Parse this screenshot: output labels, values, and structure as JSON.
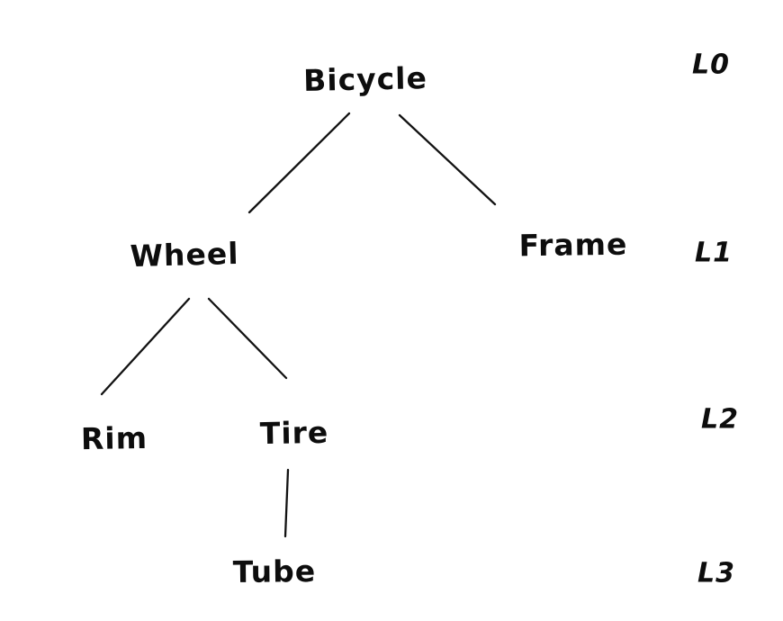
{
  "diagram": {
    "type": "tree",
    "style": "hand-drawn",
    "background_color": "#ffffff",
    "ink_color": "#121212",
    "nodes": {
      "bicycle": {
        "label": "Bicycle",
        "level": 0
      },
      "wheel": {
        "label": "Wheel",
        "level": 1
      },
      "frame": {
        "label": "Frame",
        "level": 1
      },
      "rim": {
        "label": "Rim",
        "level": 2
      },
      "tire": {
        "label": "Tire",
        "level": 2
      },
      "tube": {
        "label": "Tube",
        "level": 3
      }
    },
    "edges": [
      {
        "from": "Bicycle",
        "to": "Wheel"
      },
      {
        "from": "Bicycle",
        "to": "Frame"
      },
      {
        "from": "Wheel",
        "to": "Rim"
      },
      {
        "from": "Wheel",
        "to": "Tire"
      },
      {
        "from": "Tire",
        "to": "Tube"
      }
    ],
    "level_labels": {
      "l0": "L0",
      "l1": "L1",
      "l2": "L2",
      "l3": "L3"
    }
  }
}
